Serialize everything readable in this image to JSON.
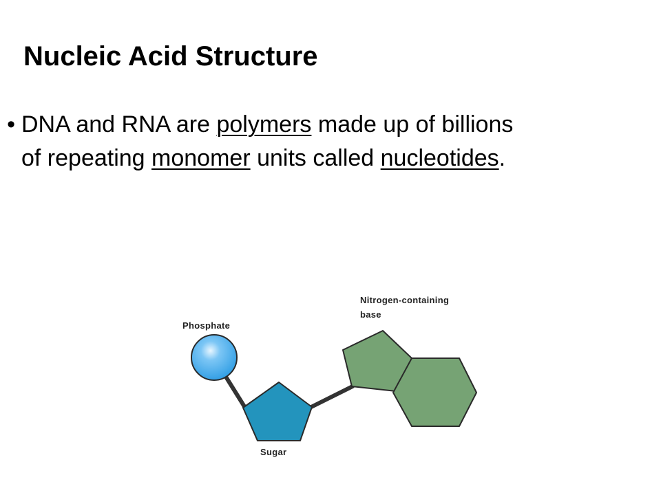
{
  "slide": {
    "title": "Nucleic Acid Structure"
  },
  "bullet": {
    "marker": "•",
    "line1": {
      "before": "DNA and RNA are ",
      "term": "polymers",
      "after": " made up of billions"
    },
    "line2": {
      "before": "of repeating ",
      "term1": "monomer",
      "middle": " units called ",
      "term2": "nucleotides",
      "end": "."
    }
  },
  "diagram": {
    "phosphate_label": "Phosphate",
    "sugar_label": "Sugar",
    "base_label_line1": "Nitrogen-containing",
    "base_label_line2": "base",
    "colors": {
      "phosphate": "#2b9be3",
      "sugar": "#2394bd",
      "base": "#76a374",
      "bond": "#333333",
      "outline": "#2a2a2a"
    }
  }
}
